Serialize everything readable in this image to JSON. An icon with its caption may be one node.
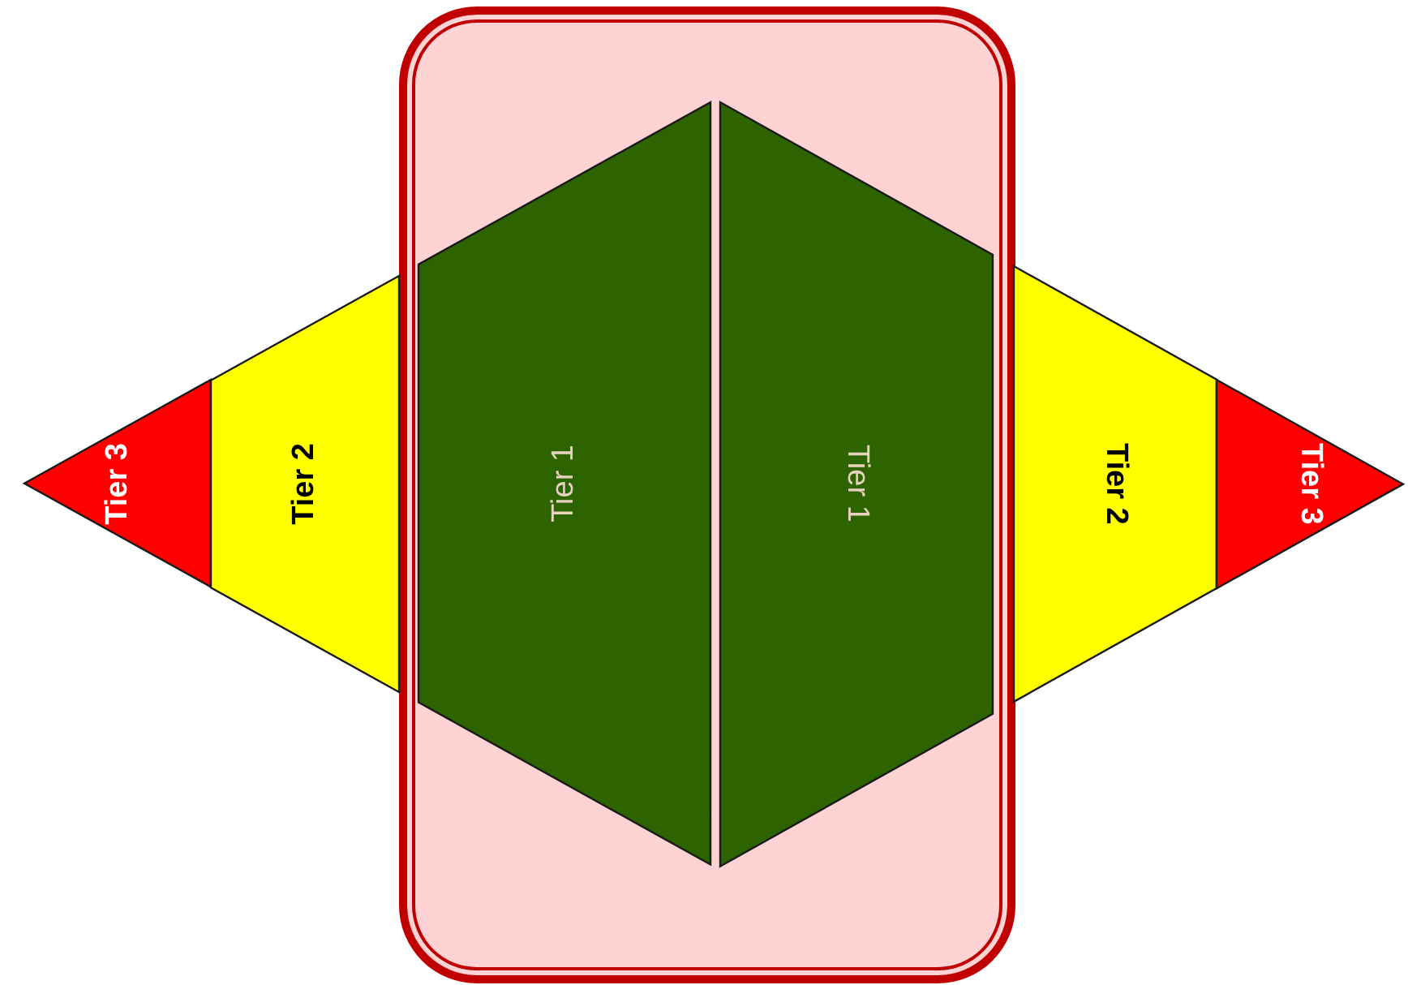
{
  "diagram": {
    "nodes": [
      {
        "text": [],
        "shape": "box"
      },
      {
        "text": [
          "Tier 3"
        ]
      },
      {
        "text": [
          "Tier 2"
        ]
      },
      {
        "text": [
          "Tier 1"
        ],
        "in": 0
      },
      {
        "text": [
          "Tier 1"
        ],
        "in": 0
      },
      {
        "text": [
          "Tier 2"
        ]
      },
      {
        "text": [
          "Tier 3"
        ]
      }
    ]
  }
}
